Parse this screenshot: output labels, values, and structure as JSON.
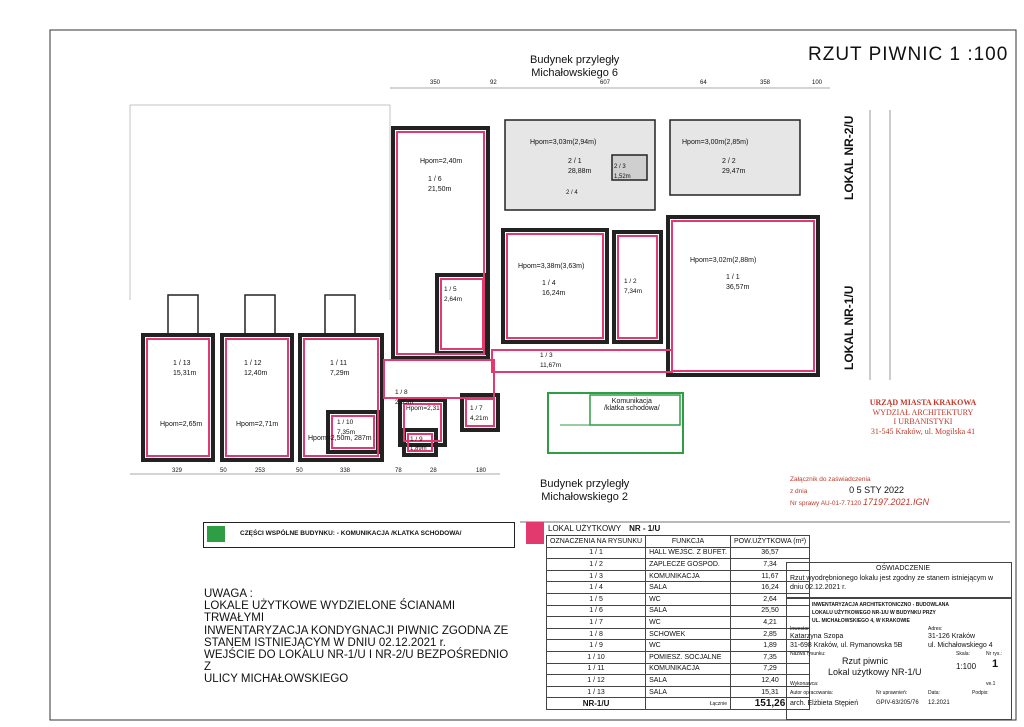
{
  "title": "RZUT  PIWNIC  1 :100",
  "neighbors": {
    "top": {
      "line1": "Budynek przyległy",
      "line2": "Michałowskiego 6"
    },
    "bottom": {
      "line1": "Budynek przyległy",
      "line2": "Michałowskiego 2"
    }
  },
  "side_labels": {
    "unit2": "LOKAL NR-2/U",
    "unit1": "LOKAL NR-1/U"
  },
  "dimensions_top": [
    "350",
    "92",
    "607",
    "64",
    "358",
    "100"
  ],
  "dimensions_bottom": [
    "329",
    "50",
    "253",
    "50",
    "338",
    "78",
    "28",
    "180"
  ],
  "rooms_on_plan": [
    {
      "num": "1 / 6",
      "area": "21,50m",
      "height": "Hpom=2,40m"
    },
    {
      "num": "1 / 4",
      "area": "16,24m",
      "height": "Hpom=3,38m(3,63m)"
    },
    {
      "num": "1 / 1",
      "area": "36,57m",
      "height": "Hpom=3,02m(2,88m)"
    },
    {
      "num": "1 / 13",
      "area": "15,31m",
      "height": "Hpom=2,65m"
    },
    {
      "num": "1 / 12",
      "area": "12,40m",
      "height": "Hpom=2,71m"
    },
    {
      "num": "1 / 11",
      "area": "7,29m",
      "height": "Hpom=2,50m, 287m"
    },
    {
      "num": "1 / 5",
      "area": "2,64m"
    },
    {
      "num": "1 / 2",
      "area": "7,34m"
    },
    {
      "num": "1 / 3",
      "area": "11,67m"
    },
    {
      "num": "1 / 10",
      "area": "7,35m"
    },
    {
      "num": "1 / 7",
      "area": "4,21m"
    },
    {
      "num": "1 / 8",
      "area": "2,85m"
    },
    {
      "num": "1 / 9",
      "area": "1,89m",
      "height": "Hpom=2,31"
    },
    {
      "num": "2 / 1",
      "area": "28,88m",
      "height": "Hpom=3,03m(2,94m)"
    },
    {
      "num": "2 / 2",
      "area": "29,47m",
      "height": "Hpom=3,00m(2,85m)"
    },
    {
      "num": "2 / 3",
      "area": "1,52m"
    },
    {
      "num": "2 / 4",
      "area": ""
    }
  ],
  "stair_label": {
    "line1": "Komunikacja",
    "line2": "/klatka schodowa/"
  },
  "office_stamp": {
    "line1": "URZĄD MIASTA KRAKOWA",
    "line2": "WYDZIAŁ ARCHITEKTURY",
    "line3": "I URBANISTYKI",
    "line4": "31-545 Kraków, ul. Mogilska 41"
  },
  "attachment_stamp": {
    "line1": "Załącznik do zaświadczenia",
    "date_prefix": "z dnia",
    "date": "0 5 STY 2022",
    "case_prefix": "Nr sprawy AU-01-7.7120",
    "case_no": "17197.2021.IGN"
  },
  "legend_common": "CZĘŚCI WSPÓLNE BUDYNKU: - KOMUNIKACJA /KLATKA SCHODOWA/",
  "legend_unit_prefix": "LOKAL UŻYTKOWY",
  "legend_unit_no": "NR - 1/U",
  "note": {
    "head": "UWAGA :",
    "lines": [
      "LOKALE UŻYTKOWE WYDZIELONE ŚCIANAMI TRWAŁYMI",
      "INWENTARYZACJA KONDYGNACJI PIWNIC ZGODNA ZE",
      "STANEM ISTNIEJĄCYM W DNIU 02.12.2021 r.",
      "WEJŚCIE DO LOKALU NR-1/U I NR-2/U BEZPOŚREDNIO Z",
      "ULICY MICHAŁOWSKIEGO"
    ]
  },
  "table": {
    "headers": [
      "OZNACZENIA NA RYSUNKU",
      "FUNKCJA",
      "POW.UŻYTKOWA (m²)"
    ],
    "rows": [
      [
        "1 / 1",
        "HALL WEJŚC. Z BUFET.",
        "36,57"
      ],
      [
        "1 / 2",
        "ZAPLECZE GOSPOD.",
        "7,34"
      ],
      [
        "1 / 3",
        "KOMUNIKACJA",
        "11,67"
      ],
      [
        "1 / 4",
        "SALA",
        "16,24"
      ],
      [
        "1 / 5",
        "WC",
        "2,64"
      ],
      [
        "1 / 6",
        "SALA",
        "25,50"
      ],
      [
        "1 / 7",
        "WC",
        "4,21"
      ],
      [
        "1 / 8",
        "SCHOWEK",
        "2,85"
      ],
      [
        "1 / 9",
        "WC",
        "1,89"
      ],
      [
        "1 / 10",
        "POMIESZ. SOCJALNE",
        "7,35"
      ],
      [
        "1 / 11",
        "KOMUNIKACJA",
        "7,29"
      ],
      [
        "1 / 12",
        "SALA",
        "12,40"
      ],
      [
        "1 / 13",
        "SALA",
        "15,31"
      ]
    ],
    "total_label": "NR-1/U",
    "total_sub": "Łącznie",
    "total": "151,26"
  },
  "statement": {
    "head": "OŚWIADCZENIE",
    "line1": "Rzut wyodrębnionego lokalu jest  zgodny ze stanem istniejącym w",
    "line2": "dniu 02.12.2021 r."
  },
  "titleblock": {
    "project1": "INWENTARYZACJA ARCHITEKTONICZNO - BUDOWLANA",
    "project2": "LOKALU UŻYTKOWEGO NR-1/U W BUDYNKU PRZY",
    "project3": "UL. MICHAŁOWSKIEGO 4,  W KRAKOWIE",
    "investor_label": "Inwestor:",
    "investor1": "Katarzyna Szopa",
    "investor2": "31-698 Kraków, ul. Rymanowska 5B",
    "address_label": "Adres:",
    "address1": "31-126 Kraków",
    "address2": "ul. Michałowskiego 4",
    "drawing_label": "Nazwa rysunku:",
    "drawing1": "Rzut piwnic",
    "drawing2": "Lokal użytkowy NR-1/U",
    "scale_label": "Skala:",
    "scale": "1:100",
    "sheet_label": "Nr rys.:",
    "sheet": "1",
    "made_label": "Wykonawca:",
    "author_label": "Autor opracowania:",
    "author": "arch. Elżbieta Stępień",
    "license_label": "Nr uprawnień:",
    "license": "GPIV-63/205/76",
    "date_label": "Data:",
    "date": "12.2021",
    "sign_label": "Podpis:",
    "ver": "ve.1"
  },
  "colors": {
    "unit_fill": "#e23a6e",
    "common_fill": "#2e9e44",
    "wall": "#222222"
  }
}
